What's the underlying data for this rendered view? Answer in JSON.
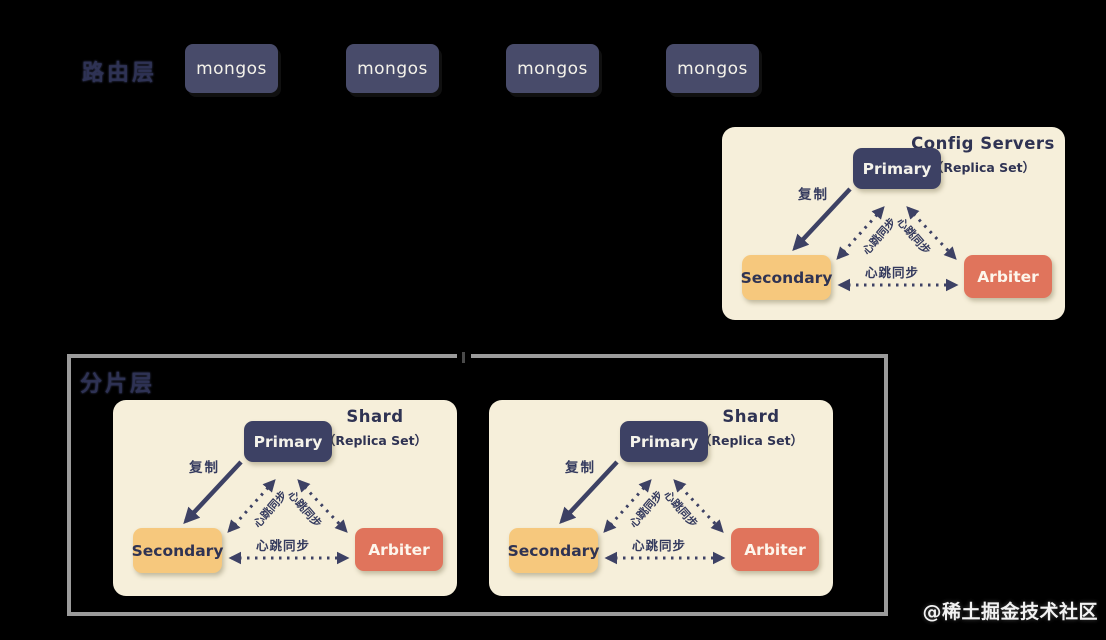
{
  "router": {
    "label": "路由层",
    "mongos": [
      "mongos",
      "mongos",
      "mongos",
      "mongos"
    ]
  },
  "shard_cluster": {
    "label": "分片层"
  },
  "panels": [
    {
      "title": "Config Servers",
      "subtitle": "（Replica Set）",
      "nodes": {
        "primary": "Primary",
        "secondary": "Secondary",
        "arbiter": "Arbiter"
      },
      "labels": {
        "replicate": "复制",
        "heartbeat_left": "心跳同步",
        "heartbeat_right": "心跳同步",
        "heartbeat_bottom": "心跳同步"
      }
    },
    {
      "title": "Shard",
      "subtitle": "（Replica Set）",
      "nodes": {
        "primary": "Primary",
        "secondary": "Secondary",
        "arbiter": "Arbiter"
      },
      "labels": {
        "replicate": "复制",
        "heartbeat_left": "心跳同步",
        "heartbeat_right": "心跳同步",
        "heartbeat_bottom": "心跳同步"
      }
    },
    {
      "title": "Shard",
      "subtitle": "（Replica Set）",
      "nodes": {
        "primary": "Primary",
        "secondary": "Secondary",
        "arbiter": "Arbiter"
      },
      "labels": {
        "replicate": "复制",
        "heartbeat_left": "心跳同步",
        "heartbeat_right": "心跳同步",
        "heartbeat_bottom": "心跳同步"
      }
    }
  ],
  "watermark": "@稀土掘金技术社区",
  "colors": {
    "panel_bg": "#f6efda",
    "navy_node": "#3d4164",
    "mongos_bg": "#484b6a",
    "secondary_bg": "#f6c87d",
    "arbiter_bg": "#e0745c",
    "arrow": "#3d4164",
    "frame_gray": "#9b9b9b",
    "background": "#000000"
  }
}
